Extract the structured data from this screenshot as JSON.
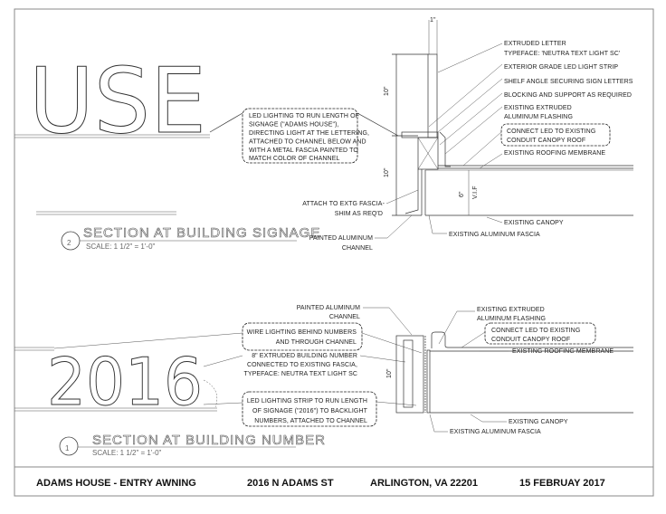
{
  "sheet": {
    "signage_text": "USE",
    "number_text": "2016"
  },
  "section_2": {
    "number": "2",
    "title": "SECTION AT BUILDING SIGNAGE",
    "scale": "SCALE: 1 1/2\" = 1'-0\"",
    "dims": {
      "top": "1\"",
      "upper": "10\"",
      "lower": "10\"",
      "six": "6\"",
      "vif": "V.I.F"
    },
    "notes_right": [
      "EXTRUDED LETTER",
      "TYPEFACE: 'NEUTRA TEXT LIGHT SC'",
      "EXTERIOR GRADE LED LIGHT STRIP",
      "SHELF ANGLE SECURING SIGN LETTERS",
      "BLOCKING AND SUPPORT AS REQUIRED",
      "EXISTING EXTRUDED",
      "ALUMINUM FLASHING",
      "CONNECT LED TO EXISTING",
      "CONDUIT CANOPY ROOF",
      "EXISTING ROOFING MEMBRANE",
      "EXISTING CANOPY",
      "EXISTING ALUMINUM FASCIA"
    ],
    "notes_left": [
      "ATTACH TO EXTG FASCIA-",
      "SHIM AS REQ'D",
      "PAINTED ALUMINUM",
      "CHANNEL"
    ],
    "cloud_note": [
      "LED LIGHTING TO RUN LENGTH OF",
      "SIGNAGE (\"ADAMS HOUSE\"),",
      "DIRECTING LIGHT AT THE LETTERING,",
      "ATTACHED TO CHANNEL BELOW AND",
      "WITH A METAL FASCIA PAINTED TO",
      "MATCH COLOR OF CHANNEL"
    ]
  },
  "section_1": {
    "number": "1",
    "title": "SECTION AT BUILDING NUMBER",
    "scale": "SCALE: 1 1/2\" = 1'-0\"",
    "dims": {
      "height": "10\""
    },
    "notes_left": [
      "PAINTED ALUMINUM",
      "CHANNEL",
      "WIRE LIGHTING BEHIND NUMBERS",
      "AND THROUGH CHANNEL",
      "8\" EXTRUDED BUILDING NUMBER",
      "CONNECTED TO EXISTING FASCIA,",
      "TYPEFACE: NEUTRA TEXT LIGHT SC",
      "LED LIGHTING STRIP TO RUN LENGTH",
      "OF SIGNAGE (\"2016\") TO BACKLIGHT",
      "NUMBERS, ATTACHED TO CHANNEL"
    ],
    "notes_right": [
      "EXISTING EXTRUDED",
      "ALUMINUM FLASHING",
      "CONNECT LED TO EXISTING",
      "CONDUIT CANOPY ROOF",
      "EXISTING ROOFING MEMBRANE",
      "EXISTING CANOPY",
      "EXISTING ALUMINUM FASCIA"
    ]
  },
  "title_block": {
    "project": "ADAMS HOUSE - ENTRY AWNING",
    "address": "2016 N ADAMS ST",
    "city": "ARLINGTON, VA 22201",
    "date": "15 FEBRUAY 2017"
  }
}
